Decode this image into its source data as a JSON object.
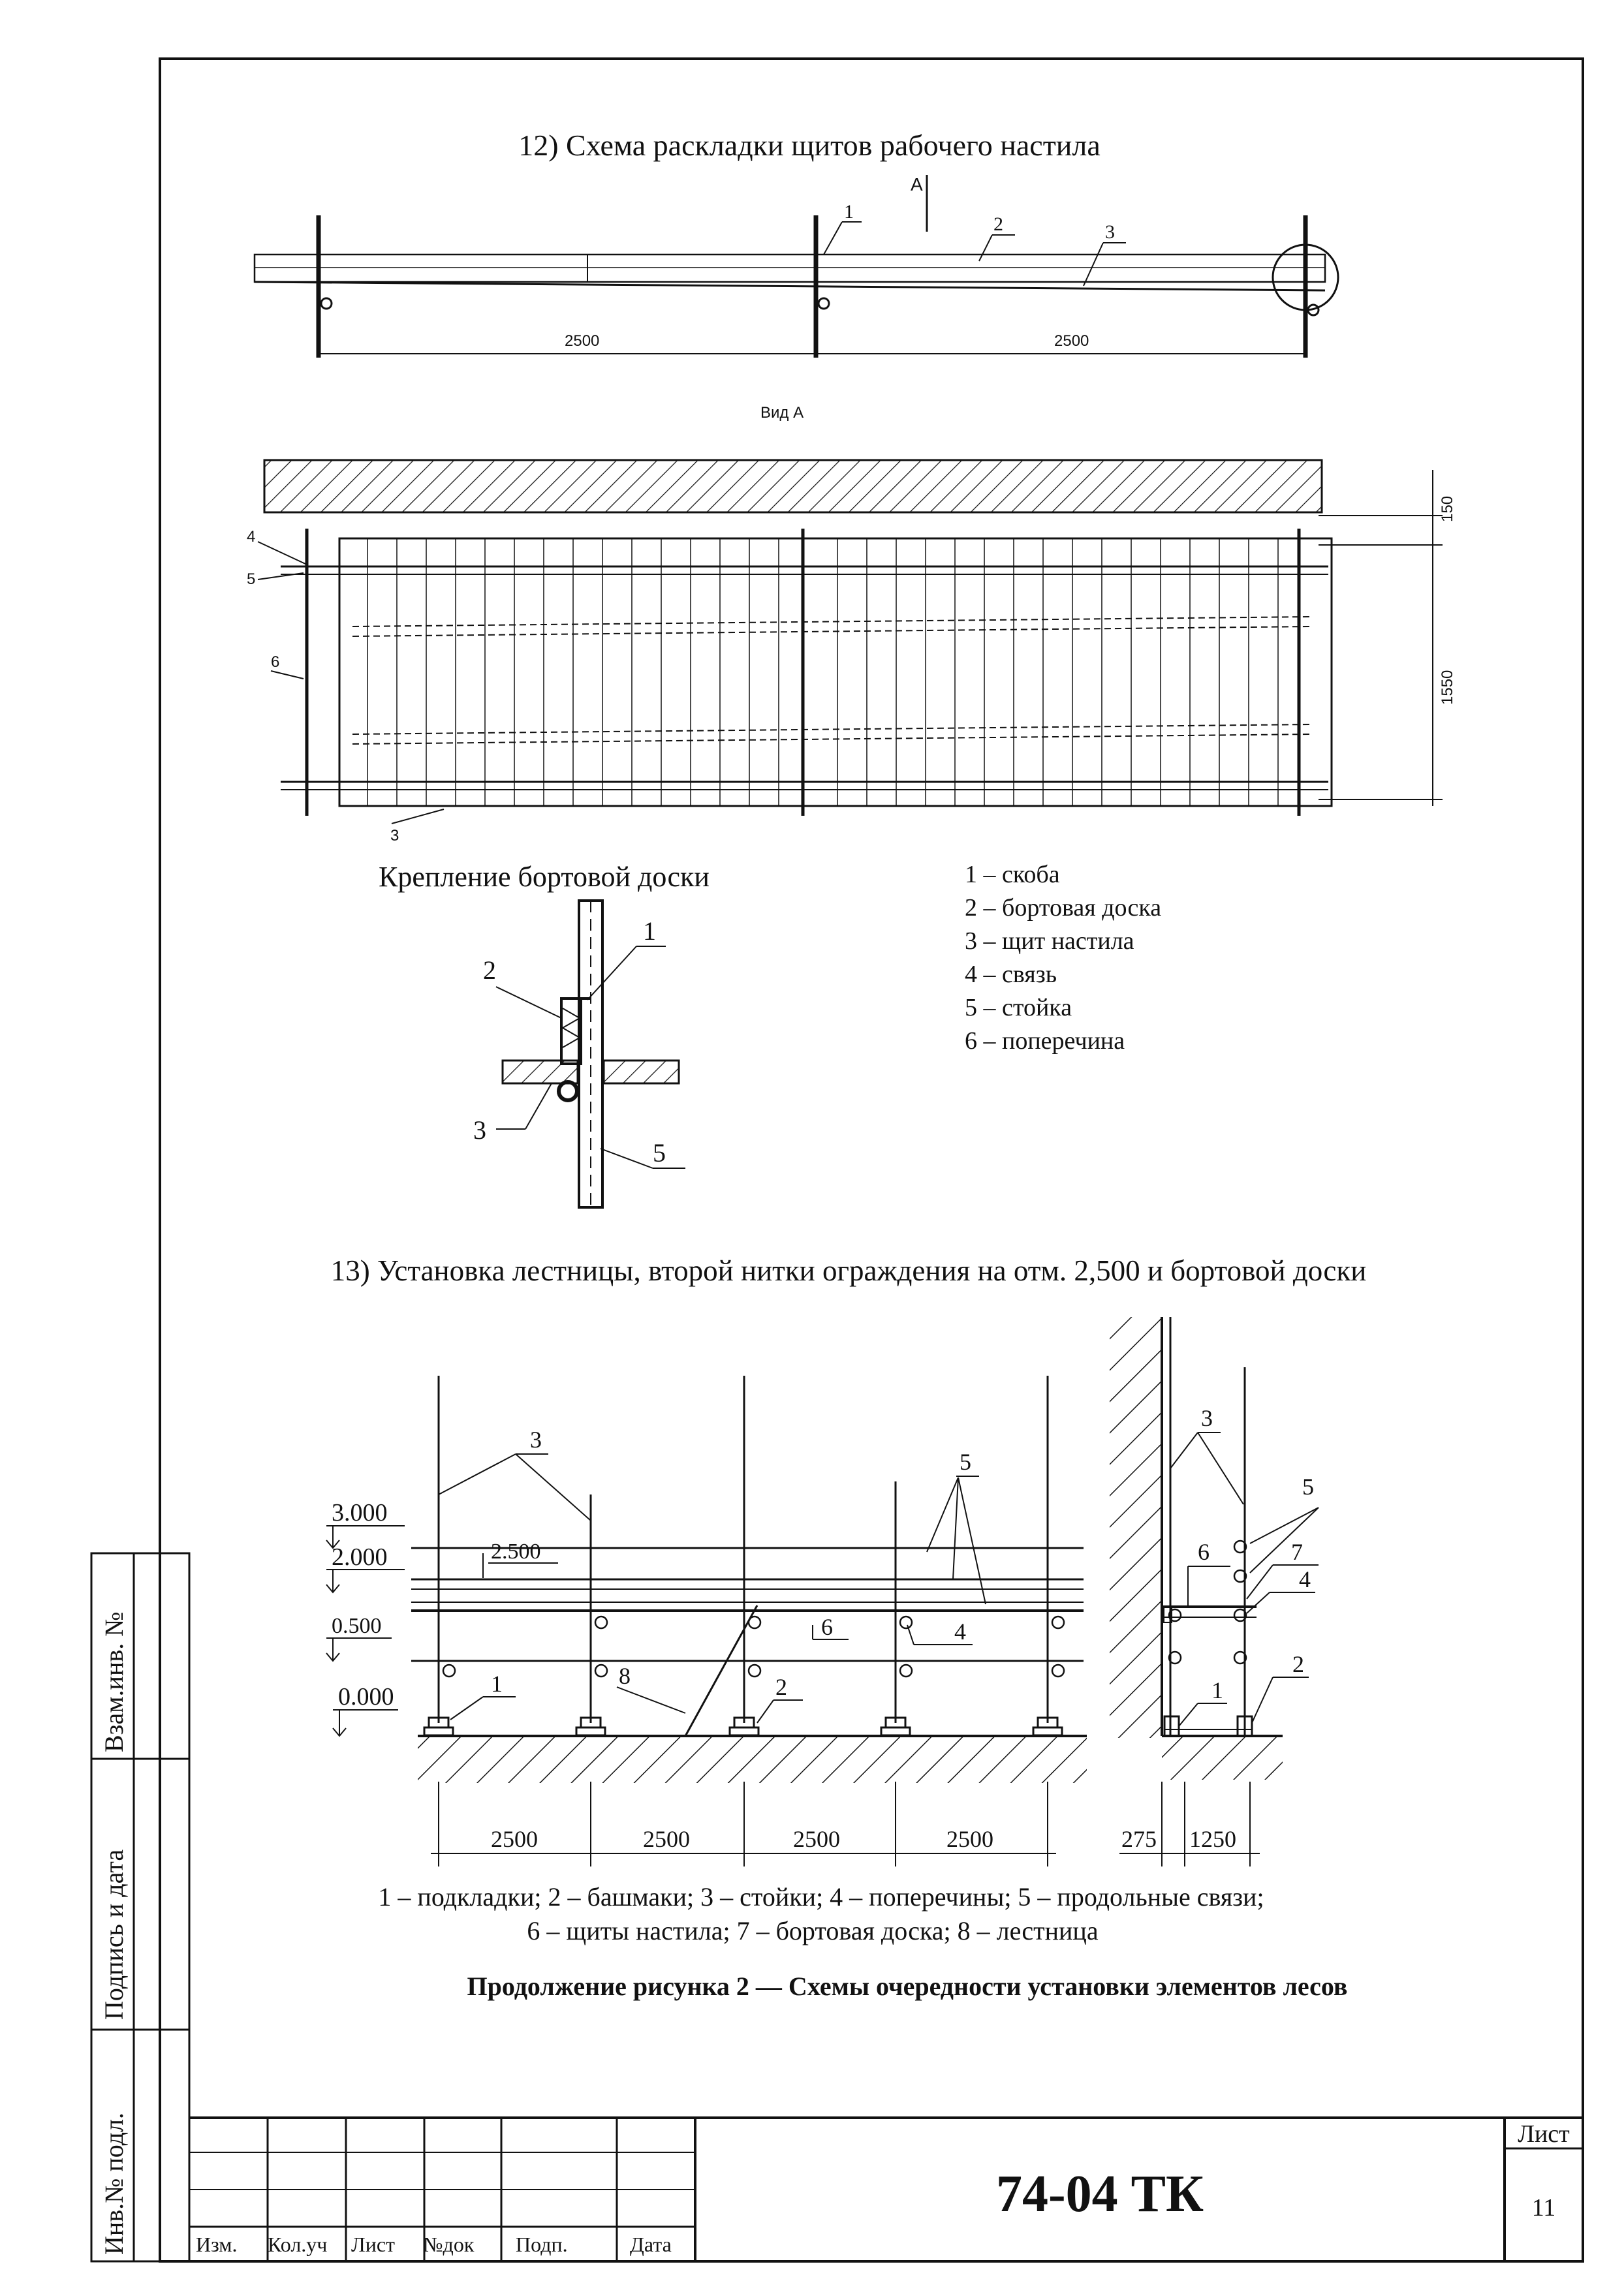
{
  "section12": {
    "title": "12) Схема раскладки щитов рабочего настила",
    "view_marker": "А",
    "callouts": [
      "1",
      "2",
      "3"
    ],
    "dims": [
      "2500",
      "2500"
    ],
    "view_label": "Вид А",
    "plan_dims": [
      "150",
      "1550"
    ],
    "plan_callouts": [
      "4",
      "5",
      "6",
      "3"
    ]
  },
  "fastening": {
    "title": "Крепление бортовой доски",
    "callouts": [
      "1",
      "2",
      "3",
      "5"
    ]
  },
  "legend12": [
    "1 – скоба",
    "2 – бортовая доска",
    "3 – щит настила",
    "4 – связь",
    "5 – стойка",
    "6 – поперечина"
  ],
  "section13": {
    "title": "13) Установка лестницы, второй нитки ограждения на отм. 2,500 и бортовой доски",
    "levels": [
      "3.000",
      "2.000",
      "0.500",
      "0.000"
    ],
    "level_2500": "2.500",
    "callouts_front": [
      "3",
      "5",
      "6",
      "4",
      "8",
      "1",
      "2"
    ],
    "callouts_side": [
      "3",
      "5",
      "6",
      "7",
      "4",
      "1",
      "2"
    ],
    "dims": [
      "2500",
      "2500",
      "2500",
      "2500"
    ],
    "side_dims": [
      "275",
      "1250"
    ]
  },
  "legend13": [
    "1 – подкладки; 2 – башмаки; 3 – стойки; 4 – поперечины; 5 – продольные связи;",
    "6 – щиты настила; 7 – бортовая доска; 8 – лестница"
  ],
  "caption": "Продолжение рисунка 2 — Схемы очередности установки элементов лесов",
  "side_stamp": [
    "Взам.инв. №",
    "Подпись и дата",
    "Инв.№ подл."
  ],
  "title_block": {
    "doc_code": "74-04 ТК",
    "sheet_label": "Лист",
    "sheet_number": "11",
    "columns": [
      "Изм.",
      "Кол.уч",
      "Лист",
      "№док",
      "Подп.",
      "Дата"
    ]
  }
}
